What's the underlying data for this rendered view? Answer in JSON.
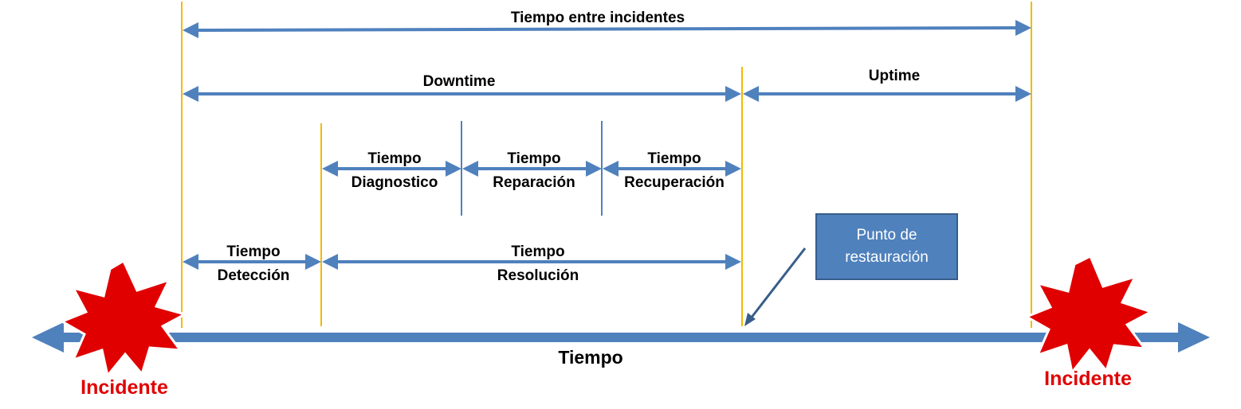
{
  "colors": {
    "arrow": "#4f81bd",
    "guide_yellow": "#f5b800",
    "guide_blue": "#4f81bd",
    "burst_fill": "#e00000",
    "burst_stroke": "#ffffff",
    "incident_text": "#e00000",
    "box_fill": "#4f81bd",
    "box_border": "#385d8a",
    "pointer": "#385d8a"
  },
  "labels": {
    "between": "Tiempo entre incidentes",
    "downtime": "Downtime",
    "uptime": "Uptime",
    "diag_1": "Tiempo",
    "diag_2": "Diagnostico",
    "rep_1": "Tiempo",
    "rep_2": "Reparación",
    "rec_1": "Tiempo",
    "rec_2": "Recuperación",
    "det_1": "Tiempo",
    "det_2": "Detección",
    "res_1": "Tiempo",
    "res_2": "Resolución",
    "axis": "Tiempo",
    "incident_left": "Incidente",
    "incident_right": "Incidente"
  },
  "callout": {
    "line1": "Punto de",
    "line2": "restauración"
  }
}
